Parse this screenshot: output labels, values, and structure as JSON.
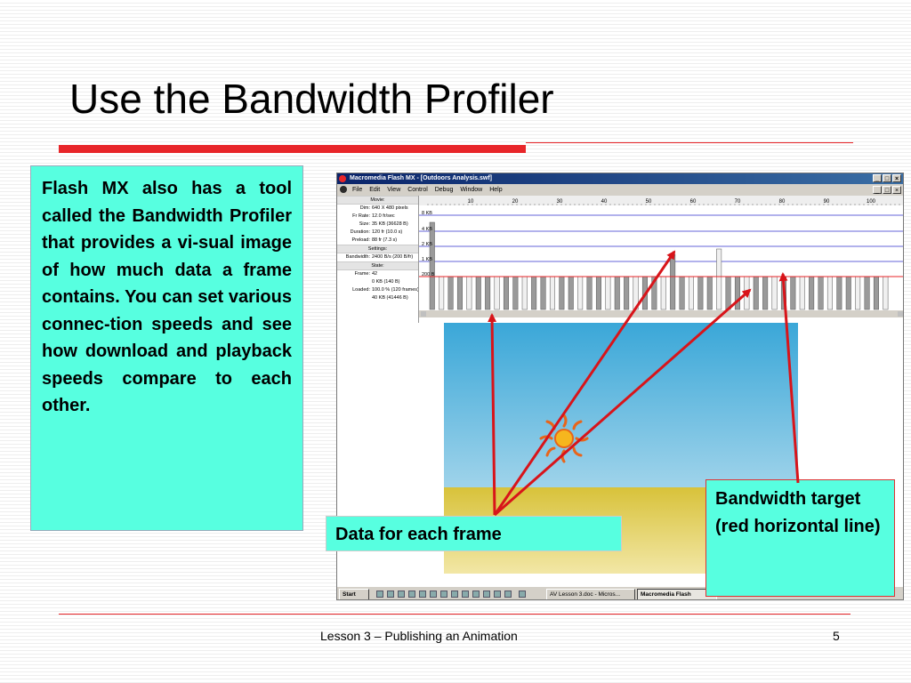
{
  "slide": {
    "title": "Use the Bandwidth Profiler",
    "body": "Flash MX also has a tool called the Bandwidth Profiler that provides a vi-sual image of how much data a frame contains. You can set various connec-tion speeds and see how download and playback speeds compare to each other.",
    "footer": "Lesson 3 – Publishing an Animation",
    "page_number": "5"
  },
  "callouts": {
    "data_frame": "Data for each frame",
    "bandwidth_target": "Bandwidth target (red horizontal line)"
  },
  "screenshot": {
    "window_title": "Macromedia Flash MX - [Outdoors Analysis.swf]",
    "menu": [
      "File",
      "Edit",
      "View",
      "Control",
      "Debug",
      "Window",
      "Help"
    ],
    "window_buttons": [
      "_",
      "□",
      "×"
    ],
    "sections": {
      "movie": "Movie:",
      "settings": "Settings:",
      "state": "State:"
    },
    "stats": [
      {
        "label": "Dim:",
        "value": "640 X 480 pixels"
      },
      {
        "label": "Fr Rate:",
        "value": "12.0 fr/sec"
      },
      {
        "label": "Size:",
        "value": "35 KB (36628 B)"
      },
      {
        "label": "Duration:",
        "value": "120 fr (10.0 s)"
      },
      {
        "label": "Preload:",
        "value": "88 fr (7.3 s)"
      }
    ],
    "bandwidth": {
      "label": "Bandwidth:",
      "value": "2400 B/s (200 B/fr)"
    },
    "state": [
      {
        "label": "Frame:",
        "value": "42"
      },
      {
        "label": "",
        "value": "0 KB (140 B)"
      },
      {
        "label": "Loaded:",
        "value": "100.0 % (120 frames)"
      },
      {
        "label": "",
        "value": "40 KB (41446 B)"
      }
    ],
    "y_labels": [
      "8 KB",
      "4 KB",
      "2 KB",
      "1 KB",
      "200 B"
    ],
    "ruler_labels": [
      "10",
      "20",
      "30",
      "40",
      "50",
      "60",
      "70",
      "80",
      "90",
      "100"
    ],
    "taskbar": {
      "start": "Start",
      "tasks": [
        "AV Lesson 3.doc - Micros...",
        "Macromedia Flash"
      ]
    },
    "colors": {
      "bandwidth_line": "#e8262a",
      "gridline": "#3333cc",
      "accent": "#57ffe0"
    }
  }
}
